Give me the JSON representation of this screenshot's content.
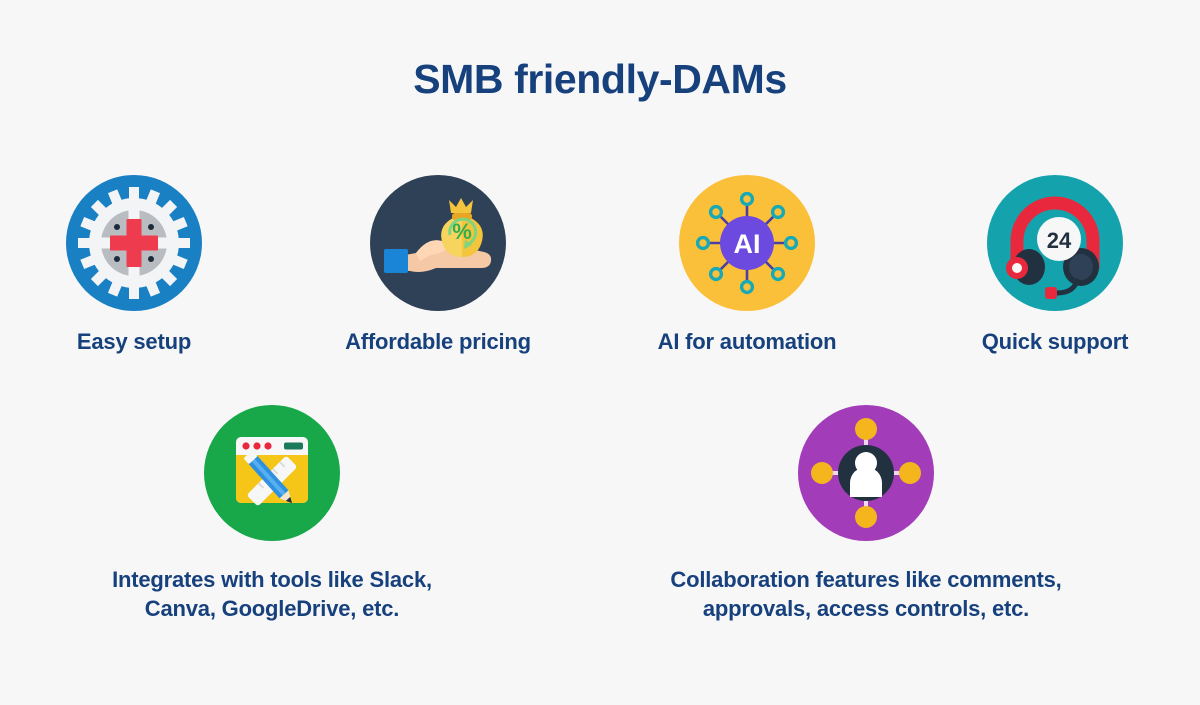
{
  "page": {
    "title": "SMB friendly-DAMs",
    "background_color": "#f7f7f8",
    "text_color": "#17417c"
  },
  "features": [
    {
      "id": "easy-setup",
      "label": "Easy setup",
      "icon_name": "gear-crosshair-icon",
      "circle_color": "#1a80c4"
    },
    {
      "id": "affordable-pricing",
      "label": "Affordable pricing",
      "icon_name": "hand-money-bag-icon",
      "circle_color": "#2e4156"
    },
    {
      "id": "ai-for-automation",
      "label": "AI for automation",
      "icon_name": "ai-network-node-icon",
      "circle_color": "#fbc03a",
      "badge_text": "AI"
    },
    {
      "id": "quick-support",
      "label": "Quick support",
      "icon_name": "headset-24-support-icon",
      "circle_color": "#14a3ad",
      "badge_text": "24"
    },
    {
      "id": "integrations",
      "label": "Integrates with tools like Slack,\nCanva, GoogleDrive, etc.",
      "icon_name": "browser-design-tools-icon",
      "circle_color": "#18a84a"
    },
    {
      "id": "collaboration",
      "label": "Collaboration features like comments,\napprovals, access controls, etc.",
      "icon_name": "user-network-collaboration-icon",
      "circle_color": "#a33cb8"
    }
  ]
}
